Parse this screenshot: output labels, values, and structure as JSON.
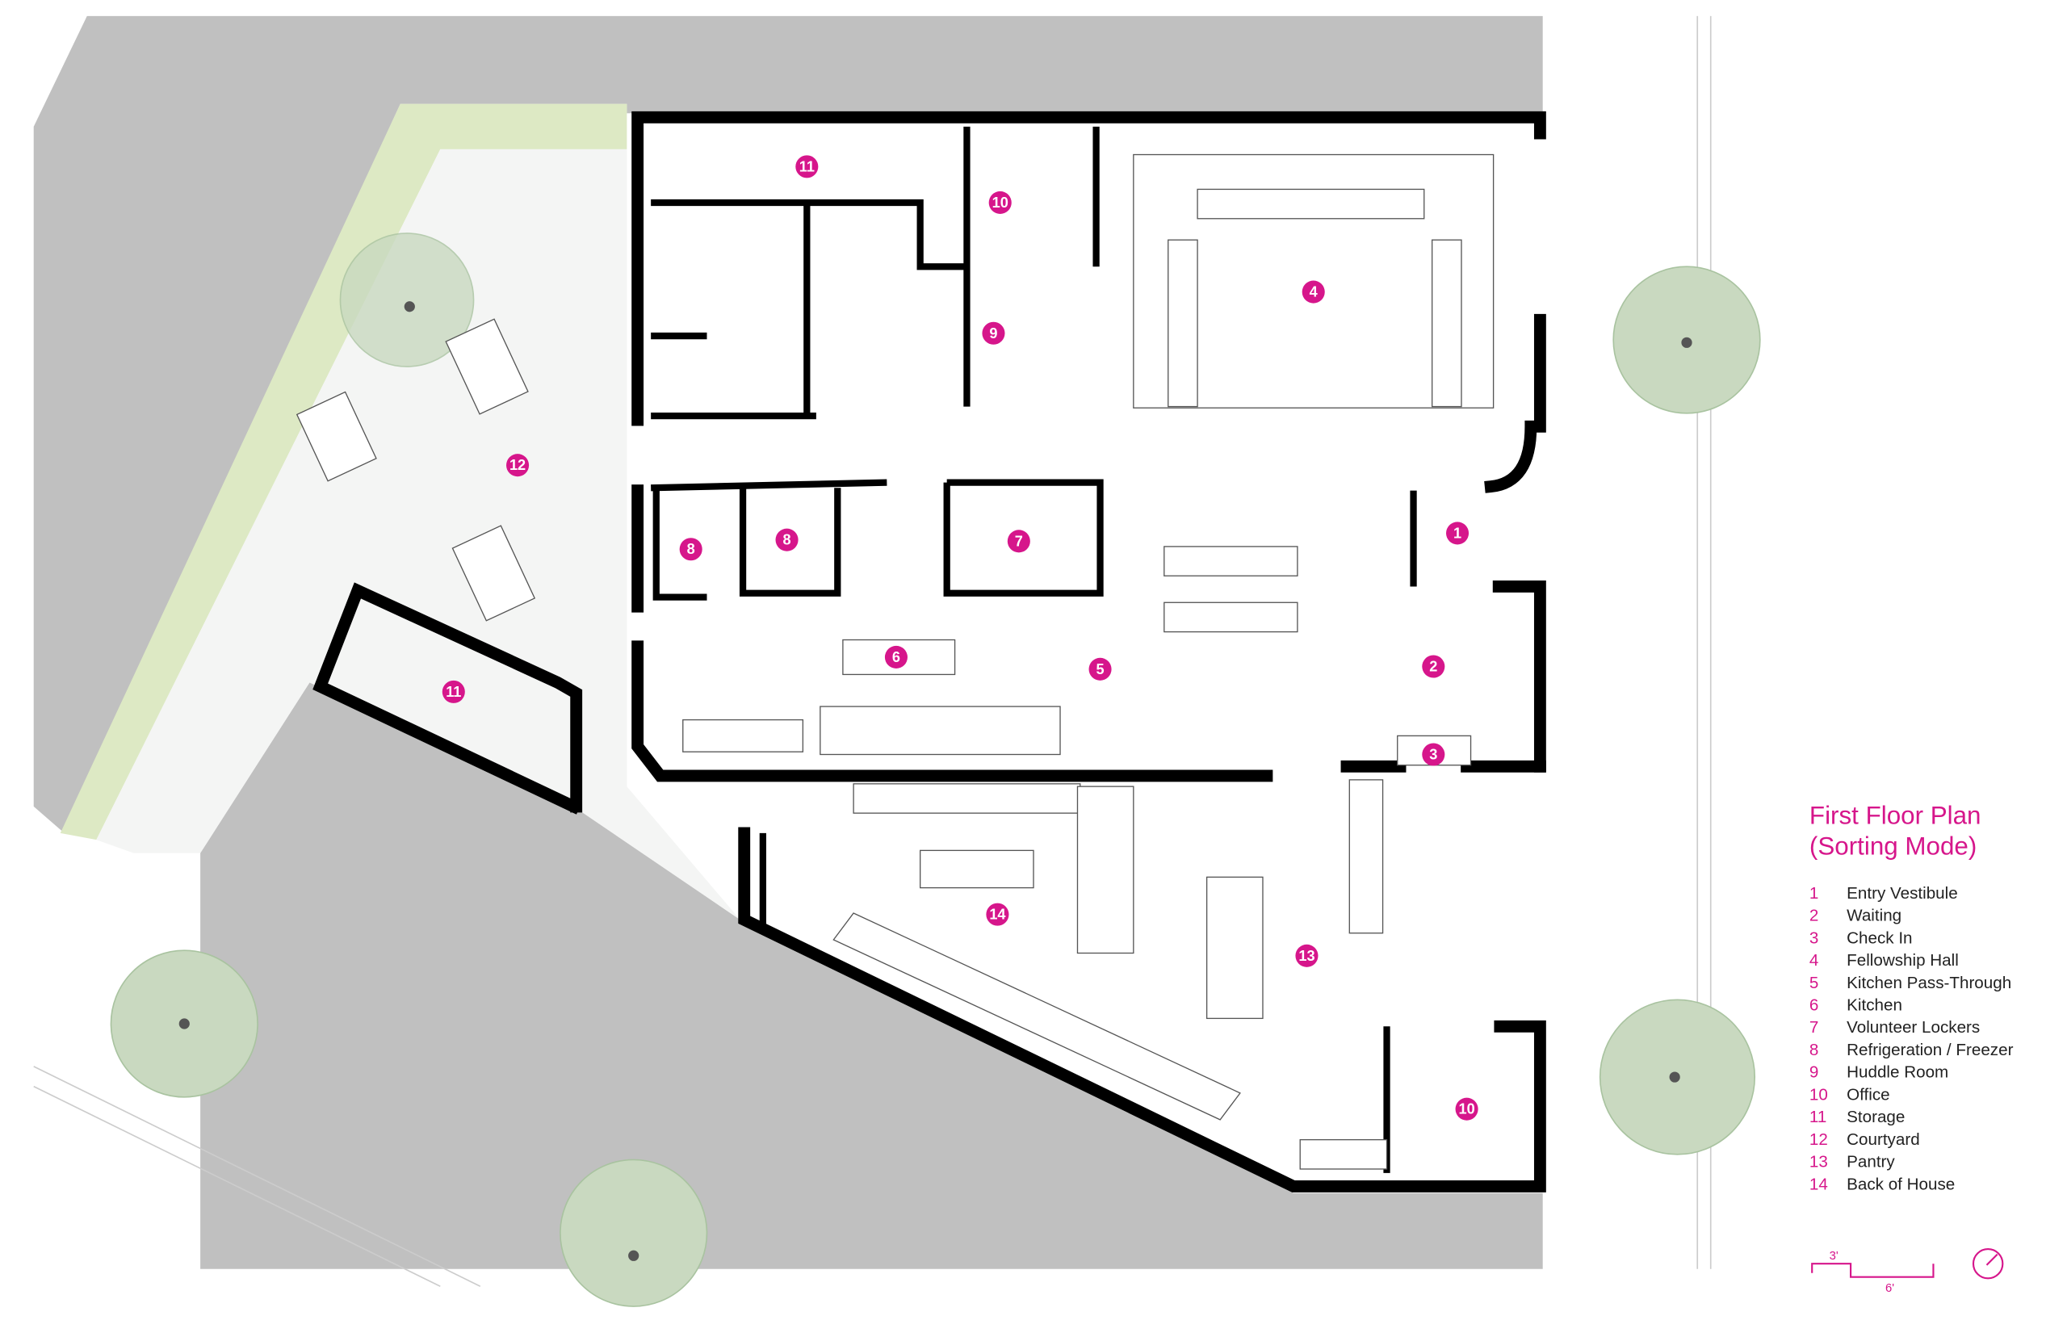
{
  "title_line1": "First Floor Plan",
  "title_line2": "(Sorting Mode)",
  "legend": [
    {
      "num": "1",
      "name": "Entry Vestibule"
    },
    {
      "num": "2",
      "name": "Waiting"
    },
    {
      "num": "3",
      "name": "Check In"
    },
    {
      "num": "4",
      "name": "Fellowship Hall"
    },
    {
      "num": "5",
      "name": "Kitchen Pass-Through"
    },
    {
      "num": "6",
      "name": "Kitchen"
    },
    {
      "num": "7",
      "name": "Volunteer Lockers"
    },
    {
      "num": "8",
      "name": "Refrigeration / Freezer"
    },
    {
      "num": "9",
      "name": "Huddle Room"
    },
    {
      "num": "10",
      "name": "Office"
    },
    {
      "num": "11",
      "name": "Storage"
    },
    {
      "num": "12",
      "name": "Courtyard"
    },
    {
      "num": "13",
      "name": "Pantry"
    },
    {
      "num": "14",
      "name": "Back of House"
    }
  ],
  "room_tags": [
    "1",
    "2",
    "3",
    "4",
    "5",
    "6",
    "7",
    "8",
    "8",
    "9",
    "10",
    "10",
    "11",
    "11",
    "12",
    "13",
    "14"
  ],
  "scale_bar": {
    "label_small": "3'",
    "label_large": "6'"
  },
  "colors": {
    "accent": "#d6168b",
    "site": "#c0c0c0",
    "landscape": "#dde9c4"
  }
}
